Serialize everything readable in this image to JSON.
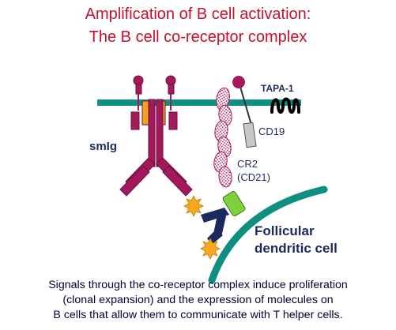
{
  "title": {
    "line1": "Amplification of B cell activation:",
    "line2": "The B cell co-receptor complex"
  },
  "labels": {
    "smig": "smIg",
    "tapa1": "TAPA-1",
    "cd19": "CD19",
    "cr2": "CR2",
    "cd21": "(CD21)",
    "fdc_line1": "Follicular",
    "fdc_line2": "dendritic cell"
  },
  "caption": {
    "line1": "Signals through the co-receptor complex induce proliferation",
    "line2": "(clonal expansion) and the expression of molecules on",
    "line3": "B cells that allow them to communicate with T helper cells."
  },
  "colors": {
    "title": "#c8102e",
    "membrane": "#0e8f80",
    "antibody": "#a3195b",
    "hinge": "#f2a31b",
    "navy": "#1a2a5e",
    "cd19": "#c8c8c8",
    "complement": "#7fd13b",
    "antigen": "#f7a81b"
  }
}
